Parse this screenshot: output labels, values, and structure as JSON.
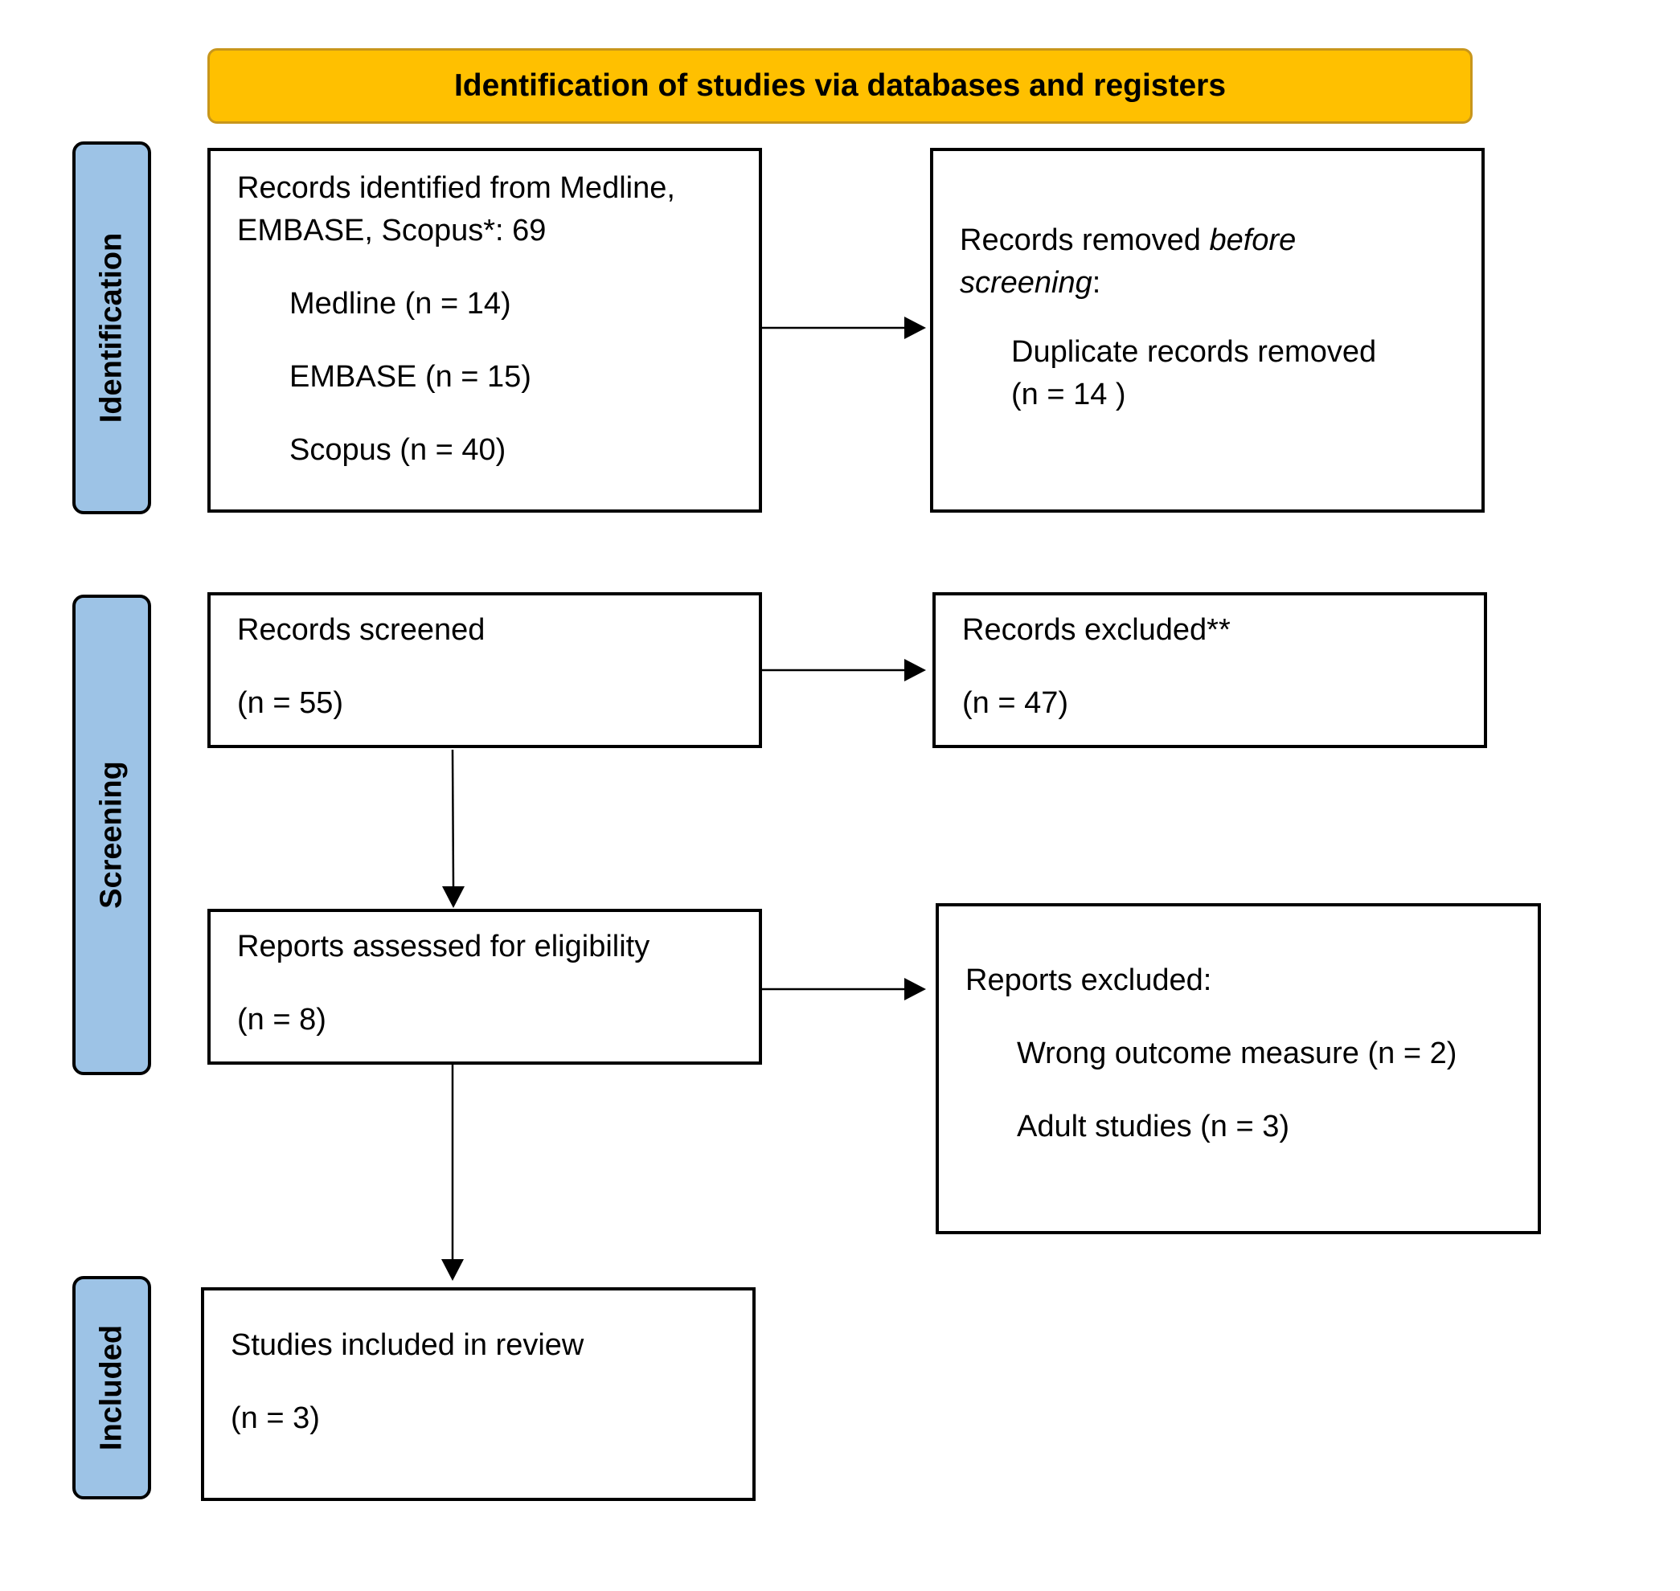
{
  "header": {
    "title": "Identification of studies via databases and registers"
  },
  "phases": {
    "identification": "Identification",
    "screening": "Screening",
    "included": "Included"
  },
  "identified": {
    "line1": "Records identified from Medline,",
    "line2": "EMBASE, Scopus*: 69",
    "medline": "Medline (n = 14)",
    "embase": "EMBASE (n = 15)",
    "scopus": "Scopus (n = 40)"
  },
  "removed": {
    "line1_a": "Records removed ",
    "line1_b": "before",
    "line2_a": "screening",
    "line2_b": ":",
    "dup_line1": "Duplicate records removed",
    "dup_line2": "(n = 14 )"
  },
  "screened": {
    "label": "Records screened",
    "count": "(n = 55)"
  },
  "excluded": {
    "label": "Records excluded**",
    "count": "(n = 47)"
  },
  "eligibility": {
    "label": "Reports assessed for eligibility",
    "count": "(n = 8)"
  },
  "reports_excluded": {
    "label": "Reports excluded:",
    "reason1": "Wrong outcome measure (n = 2)",
    "reason2": "Adult studies (n = 3)"
  },
  "included": {
    "label": "Studies included in review",
    "count": "(n = 3)"
  },
  "colors": {
    "header_fill": "#FFC000",
    "header_border": "#C8961B",
    "phase_fill": "#9DC3E6"
  }
}
